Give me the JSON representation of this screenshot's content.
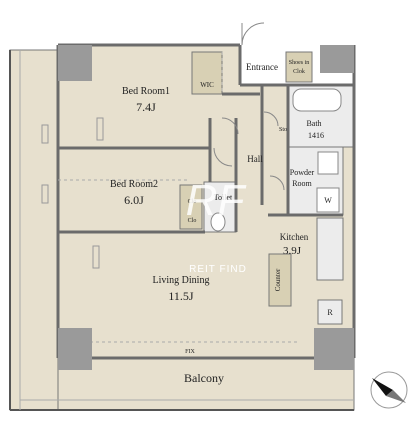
{
  "rooms": {
    "bedroom1": {
      "name": "Bed Room1",
      "size": "7.4J"
    },
    "bedroom2": {
      "name": "Bed Room2",
      "size": "6.0J"
    },
    "living": {
      "name": "Living Dining",
      "size": "11.5J"
    },
    "kitchen": {
      "name": "Kitchen",
      "size": "3.9J"
    },
    "entrance": "Entrance",
    "shoes_line1": "Shoes in",
    "shoes_line2": "Clok",
    "wic": "WIC",
    "bath": "Bath",
    "bath_size": "1416",
    "sto": "Sto",
    "hall": "Hall",
    "powder_line1": "Powder",
    "powder_line2": "Room",
    "washer": "W",
    "toilet": "Toilet",
    "clo1": "Clo",
    "clo2": "Clo",
    "counter": "Counter",
    "fridge": "R",
    "fix": "FIX",
    "balcony": "Balcony"
  },
  "watermark": "REIT FIND",
  "colors": {
    "room_fill": "#e7e0ce",
    "wall": "#6b6b6b",
    "column": "#9a9a9a",
    "fixture": "#d8d0b4",
    "wet_area": "#ececec"
  }
}
